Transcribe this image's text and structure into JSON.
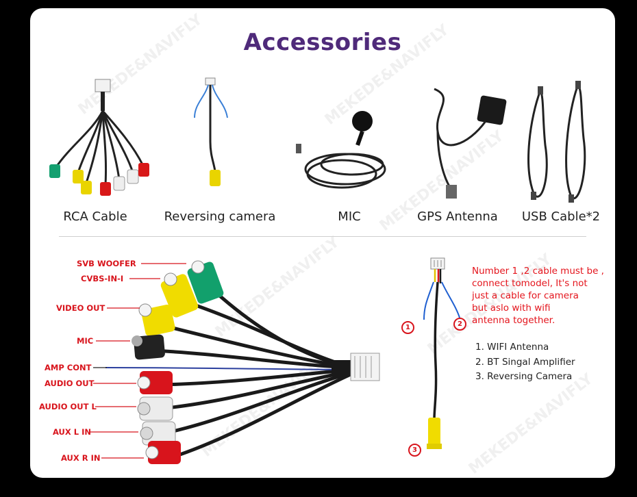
{
  "title": "Accessories",
  "products": [
    {
      "label": "RCA Cable"
    },
    {
      "label": "Reversing  camera"
    },
    {
      "label": "MIC"
    },
    {
      "label": "GPS Antenna"
    },
    {
      "label": "USB Cable*2"
    }
  ],
  "harness_labels": [
    "SVB WOOFER",
    "CVBS-IN-I",
    "VIDEO OUT",
    "MIC",
    "AMP CONT",
    "AUDIO OUT",
    "AUDIO OUT L",
    "AUX L IN",
    "AUX R IN"
  ],
  "camera_note": {
    "lines": [
      "Number 1 ,2 cable must be ,",
      "connect tomodel, It's not",
      "just a cable for camera",
      "but aslo with wifi",
      "antenna together."
    ]
  },
  "cable_functions": [
    "1. WIFI Antenna",
    "2. BT Singal Amplifier",
    "3. Reversing Camera"
  ],
  "markers": [
    "1",
    "2",
    "3"
  ],
  "watermark": "MEKEDE&NAVIFLY",
  "colors": {
    "title": "#4f2a7a",
    "callout": "#d8141c",
    "background": "#000000"
  }
}
